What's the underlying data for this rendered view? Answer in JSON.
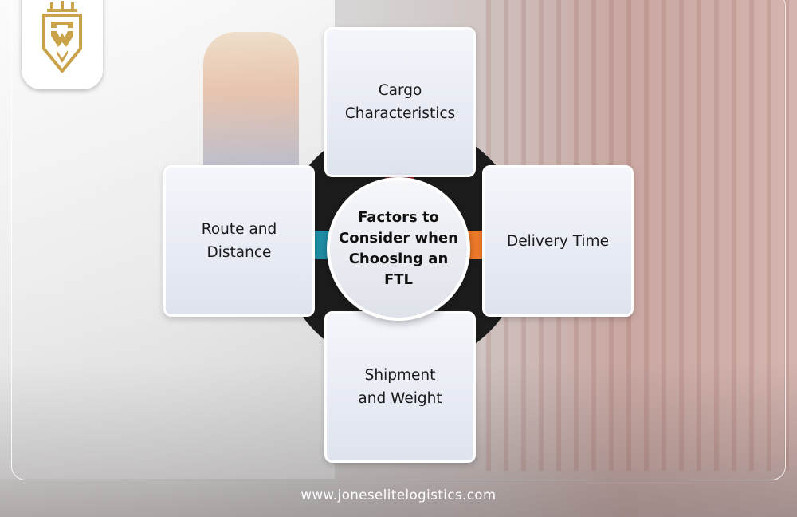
{
  "diagram": {
    "center_title": "Factors to Consider when Choosing an FTL",
    "factors": [
      {
        "position": "top",
        "label": "Cargo Characteristics",
        "line1": "Cargo",
        "line2": "Characteristics",
        "color": "#a0242b"
      },
      {
        "position": "left",
        "label": "Route and Distance",
        "line1": "Route and",
        "line2": "Distance",
        "color": "#1f8ea6"
      },
      {
        "position": "right",
        "label": "Delivery Time",
        "line1": "Delivery Time",
        "line2": "",
        "color": "#f07a2a"
      },
      {
        "position": "bottom",
        "label": "Shipment and Weight",
        "line1": "Shipment",
        "line2": "and Weight",
        "color": "#7a4fb0"
      }
    ],
    "disc_color": "#1c1c1c"
  },
  "brand": {
    "logo_icon": "lion-crest-icon",
    "logo_color": "#c9a24a",
    "website": "www.joneselitelogistics.com"
  }
}
